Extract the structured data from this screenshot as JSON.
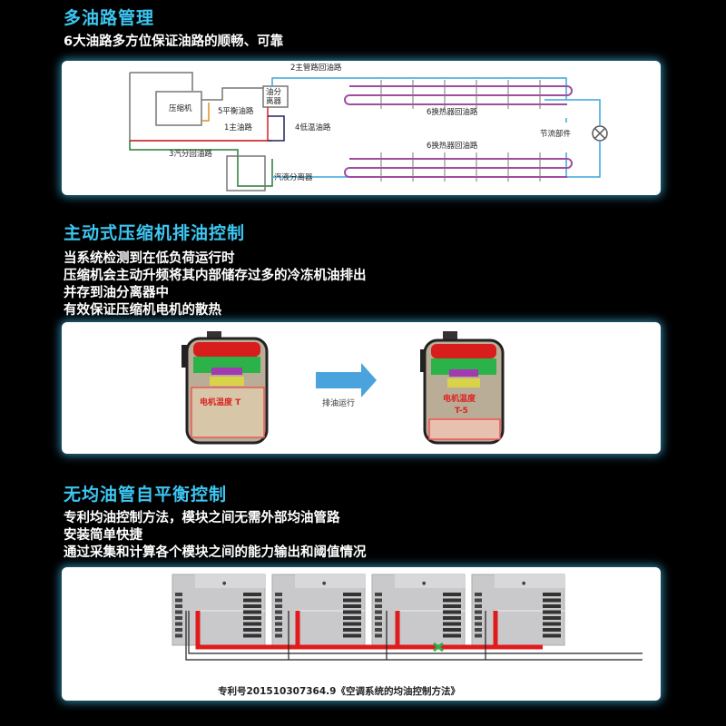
{
  "section1": {
    "title": "多油路管理",
    "desc": "6大油路多方位保证油路的顺畅、可靠",
    "labels": {
      "compressor": "压缩机",
      "separator1": "油分",
      "separator2": "离器",
      "balance": "5平衡油路",
      "main": "1主油路",
      "lowtemp": "4低温油路",
      "mainpipe": "2主管路回油路",
      "hx_top": "6换热器回油路",
      "hx_bottom": "6换热器回油路",
      "throttle": "节流部件",
      "vapor": "3汽分回油路",
      "gasliquid": "汽液分离器"
    }
  },
  "section2": {
    "title": "主动式压缩机排油控制",
    "lines": [
      "当系统检测到在低负荷运行时",
      "压缩机会主动升频将其内部储存过多的冷冻机油排出",
      "并存到油分离器中",
      "有效保证压缩机电机的散热"
    ],
    "labels": {
      "before": "电机温度 T",
      "arrow": "排油运行",
      "after1": "电机温度",
      "after2": "T-5"
    }
  },
  "section3": {
    "title": "无均油管自平衡控制",
    "lines": [
      "专利均油控制方法，模块之间无需外部均油管路",
      "安装简单快捷",
      "通过采集和计算各个模块之间的能力输出和阈值情况"
    ],
    "patent": "专利号201510307364.9《空调系统的均油控制方法》"
  }
}
